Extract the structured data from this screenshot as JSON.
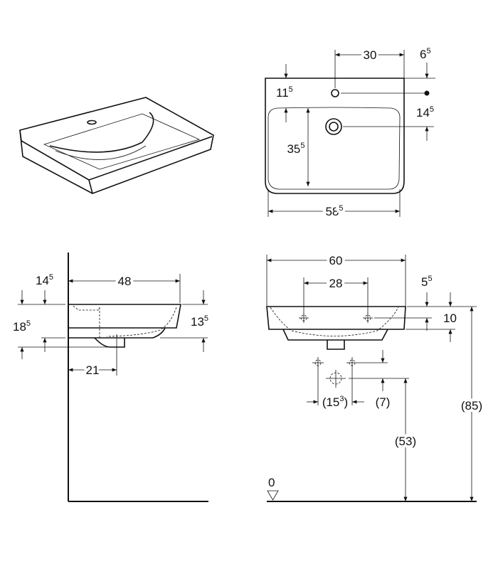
{
  "top_view": {
    "tap_spacing": {
      "base": "30",
      "sup": ""
    },
    "edge_to_tap_axis": {
      "base": "6",
      "sup": "5"
    },
    "rim_to_bowl": {
      "base": "11",
      "sup": "5"
    },
    "tap_to_waste": {
      "base": "14",
      "sup": "5"
    },
    "bowl_depth": {
      "base": "35",
      "sup": "5"
    },
    "bowl_width": {
      "base": "58",
      "sup": "5"
    }
  },
  "side_view": {
    "projection": {
      "base": "48",
      "sup": ""
    },
    "top_offset": {
      "base": "14",
      "sup": "5"
    },
    "total_height": {
      "base": "18",
      "sup": "5"
    },
    "body_height": {
      "base": "13",
      "sup": "5"
    },
    "waste_distance": {
      "base": "21",
      "sup": ""
    }
  },
  "front_view": {
    "width": {
      "base": "60",
      "sup": ""
    },
    "fixing_spacing": {
      "base": "28",
      "sup": ""
    },
    "fixing_offset": {
      "base": "5",
      "sup": "5"
    },
    "rim_height": {
      "base": "10",
      "sup": ""
    },
    "supply_spacing": {
      "open": "(15",
      "sup": "3",
      "close": ")"
    },
    "supply_offset": "(7)",
    "waste_height": "(53)",
    "rim_from_floor": "(85)",
    "floor_level": "0"
  }
}
